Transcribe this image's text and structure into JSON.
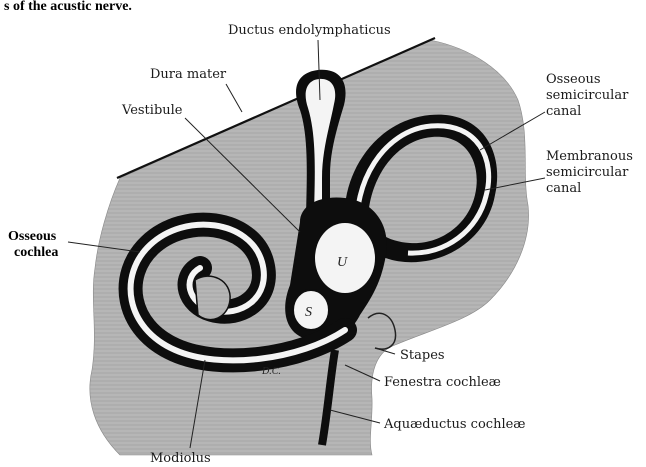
{
  "caption_fragment": "s of the acustic nerve.",
  "labels": {
    "ductus_endolymphaticus": "Ductus endolymphaticus",
    "dura_mater": "Dura mater",
    "vestibule": "Vestibule",
    "osseous_semicircular_canal": [
      "Osseous",
      "semicircular",
      "canal"
    ],
    "membranous_semicircular_canal": [
      "Membranous",
      "semicircular",
      "canal"
    ],
    "osseous_cochlea": [
      "Osseous",
      "cochlea"
    ],
    "stapes": "Stapes",
    "fenestra_cochleae": "Fenestra cochleæ",
    "aquaeductus_cochleae": "Aquæductus cochleæ",
    "modiolus": "Modiolus",
    "utricle": "U",
    "saccule": "S",
    "ductus_cochlearis": "D.C."
  },
  "colors": {
    "tissue": "#b3b3b3",
    "membrane": "#0d0d0d",
    "cavity": "#f4f4f4",
    "background": "#ffffff"
  }
}
